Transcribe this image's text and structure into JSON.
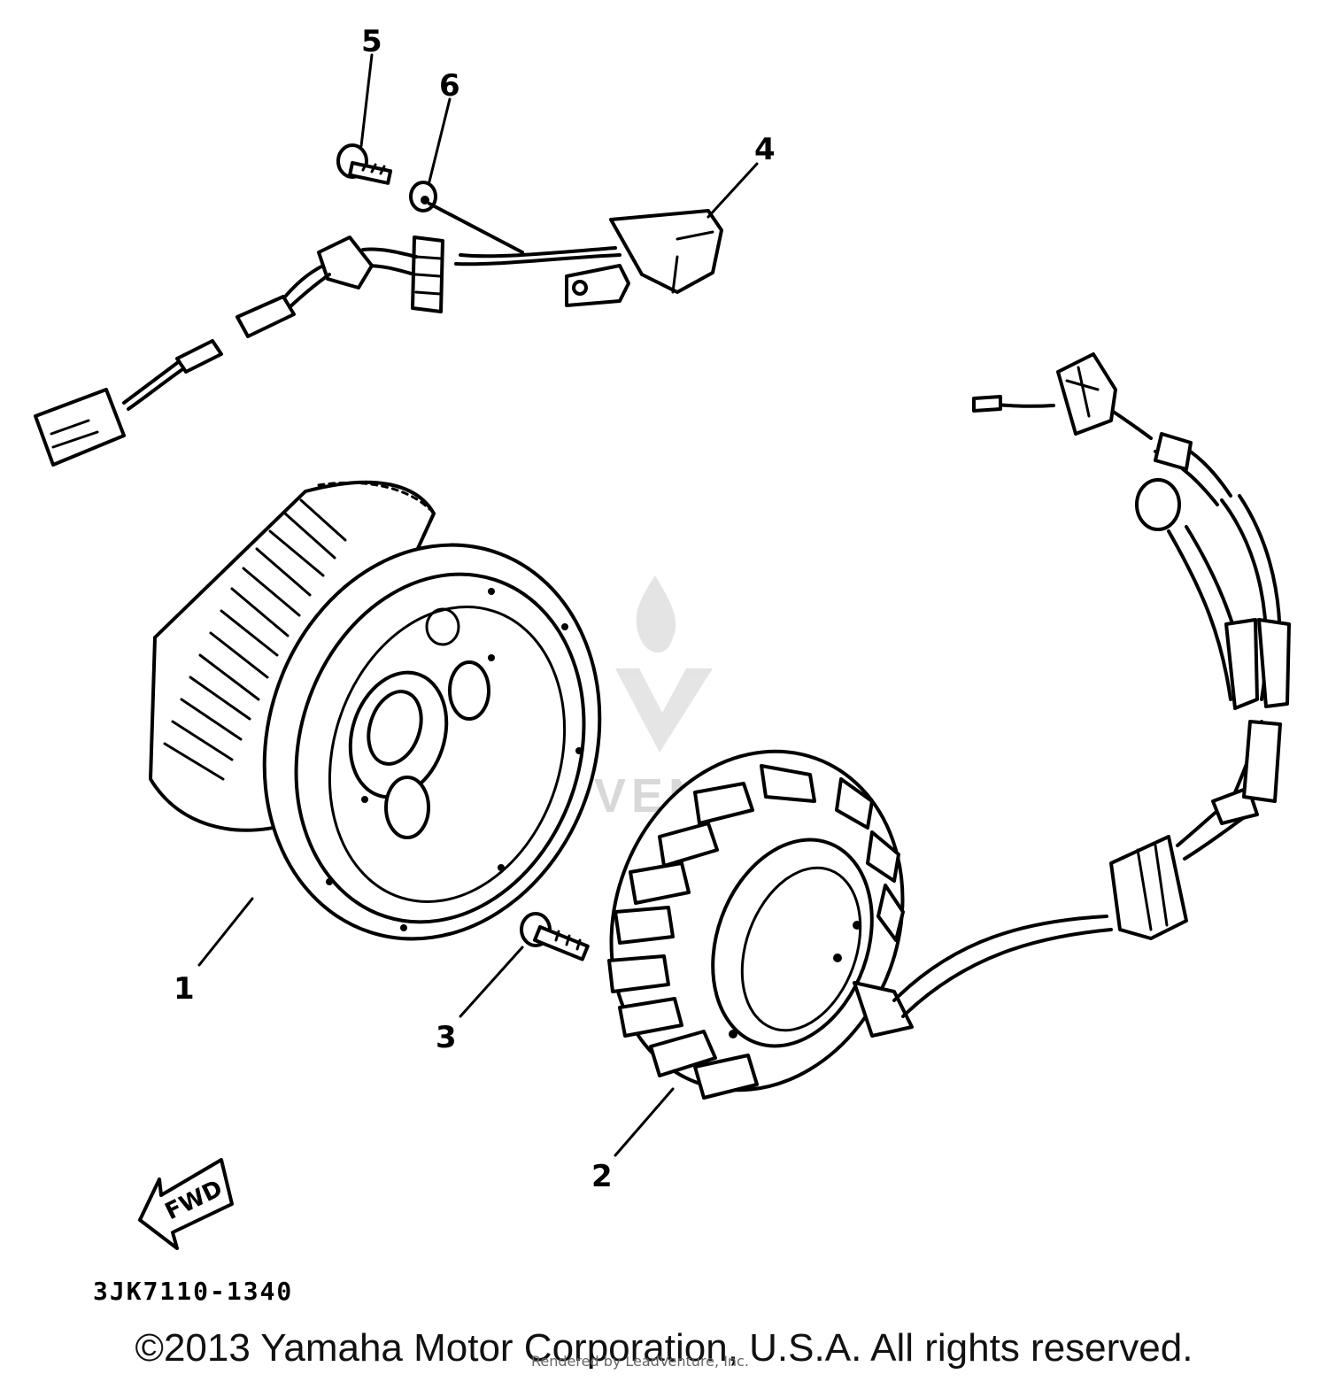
{
  "callouts": [
    {
      "id": "1",
      "label": "1",
      "part": "flywheel-rotor"
    },
    {
      "id": "2",
      "label": "2",
      "part": "stator-assembly"
    },
    {
      "id": "3",
      "label": "3",
      "part": "screw"
    },
    {
      "id": "4",
      "label": "4",
      "part": "pickup-coil"
    },
    {
      "id": "5",
      "label": "5",
      "part": "bolt"
    },
    {
      "id": "6",
      "label": "6",
      "part": "washer"
    }
  ],
  "fwd_label": "FWD",
  "part_code": "3JK7110-1340",
  "copyright": "©2013 Yamaha Motor Corporation, U.S.A. All rights reserved.",
  "rendered_by": "Rendered by LeadVenture, Inc.",
  "watermark": {
    "text": "LEADVENTURE",
    "icon": "leadventure-flame-logo",
    "color": "#d8d8d8"
  }
}
